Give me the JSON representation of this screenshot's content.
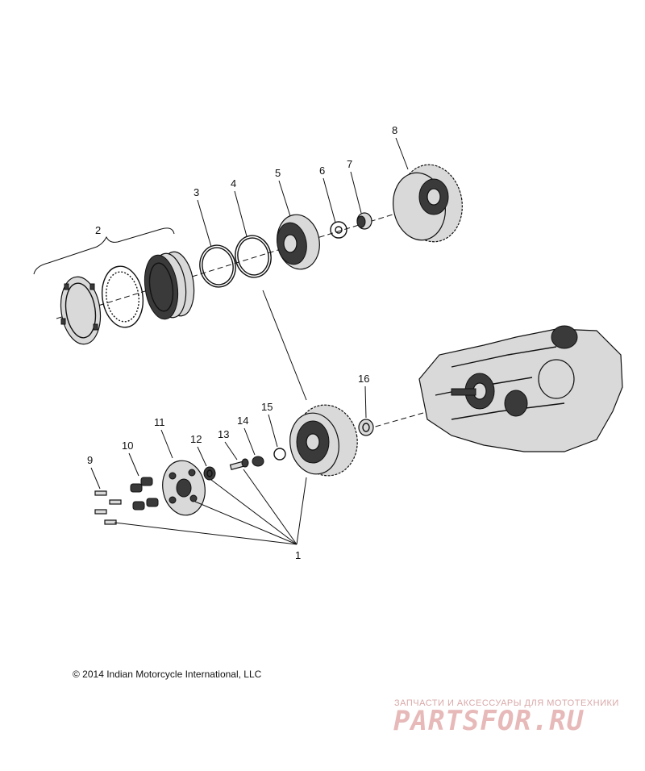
{
  "callouts": {
    "c1": "1",
    "c2": "2",
    "c3": "3",
    "c4": "4",
    "c5": "5",
    "c6": "6",
    "c7": "7",
    "c8": "8",
    "c9": "9",
    "c10": "10",
    "c11": "11",
    "c12": "12",
    "c13": "13",
    "c14": "14",
    "c15": "15",
    "c16": "16"
  },
  "copyright": "© 2014 Indian Motorcycle International, LLC",
  "watermark": {
    "tagline": "ЗАПЧАСТИ И АКСЕССУАРЫ ДЛЯ МОТОТЕХНИКИ",
    "logo": "PARTSFOR.RU"
  },
  "colors": {
    "line": "#111111",
    "watermark": "#e7b9b9"
  }
}
